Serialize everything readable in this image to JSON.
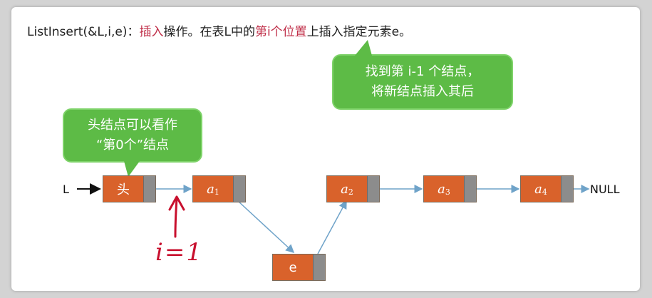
{
  "title": {
    "func": "ListInsert(&L,i,e)：",
    "op": "插入",
    "mid": "操作。在表L中的",
    "pos": "第i个位置",
    "rest": "上插入指定元素e。"
  },
  "bubble_top": {
    "line1": "找到第 i-1 个结点，",
    "line2": "将新结点插入其后"
  },
  "bubble_left": {
    "line1": "头结点可以看作",
    "line2": "“第0个”结点"
  },
  "nodes": {
    "head": "头",
    "a1": "a",
    "a1_sub": "1",
    "a2": "a",
    "a2_sub": "2",
    "a3": "a",
    "a3_sub": "3",
    "a4": "a",
    "a4_sub": "4",
    "e": "e"
  },
  "list_label": "L",
  "null_label": "NULL",
  "handwriting": "i=1",
  "colors": {
    "node_fill": "#d9622b",
    "pointer_fill": "#8c8c8c",
    "bubble_fill": "#5dbb46",
    "arrow": "#6fa3c9",
    "emphasis": "#c0304a",
    "handwriting": "#c8102e"
  }
}
